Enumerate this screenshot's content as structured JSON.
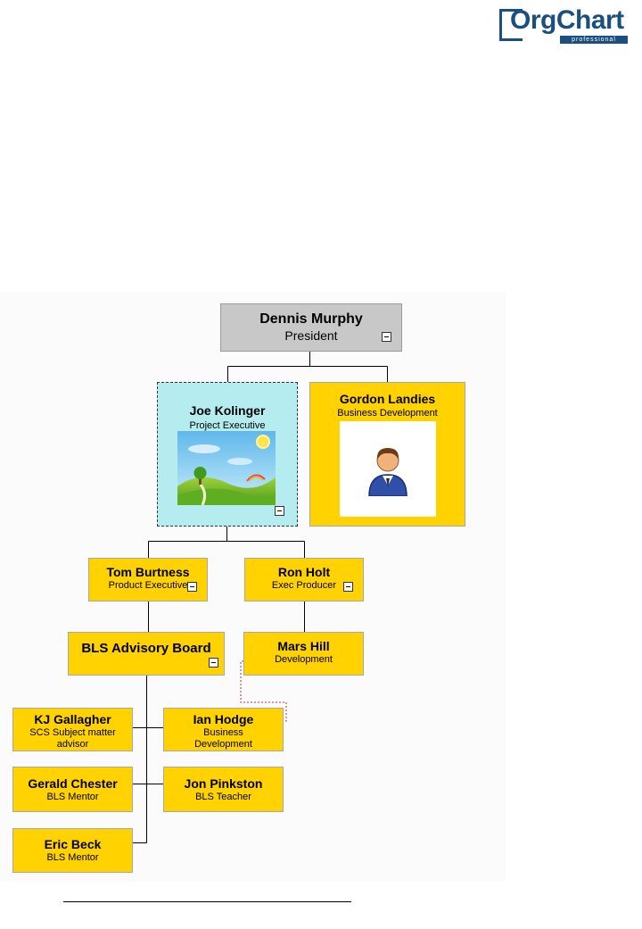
{
  "logo": {
    "text": "OrgChart",
    "tagline": "professional",
    "color": "#1a4f7f"
  },
  "colors": {
    "box_yellow": "#ffd200",
    "box_gray": "#c8c8c8",
    "box_cyan": "#b4ecf0",
    "dotted_link": "#c0392b"
  },
  "nodes": {
    "dennis": {
      "name": "Dennis Murphy",
      "title": "President"
    },
    "joe": {
      "name": "Joe Kolinger",
      "title": "Project Executive",
      "image": "landscape-picture"
    },
    "gordon": {
      "name": "Gordon Landies",
      "title": "Business Development",
      "image": "person-avatar-icon"
    },
    "tom": {
      "name": "Tom Burtness",
      "title": "Product Executive"
    },
    "ron": {
      "name": "Ron Holt",
      "title": "Exec Producer"
    },
    "bls": {
      "name": "BLS Advisory Board",
      "title": ""
    },
    "mars": {
      "name": "Mars Hill",
      "title": "Development"
    },
    "kj": {
      "name": "KJ Gallagher",
      "title_line1": "SCS Subject matter",
      "title_line2": "advisor"
    },
    "ian": {
      "name": "Ian Hodge",
      "title_line1": "Business",
      "title_line2": "Development"
    },
    "gerald": {
      "name": "Gerald Chester",
      "title": "BLS Mentor"
    },
    "jon": {
      "name": "Jon Pinkston",
      "title": "BLS Teacher"
    },
    "eric": {
      "name": "Eric Beck",
      "title": "BLS Mentor"
    }
  }
}
